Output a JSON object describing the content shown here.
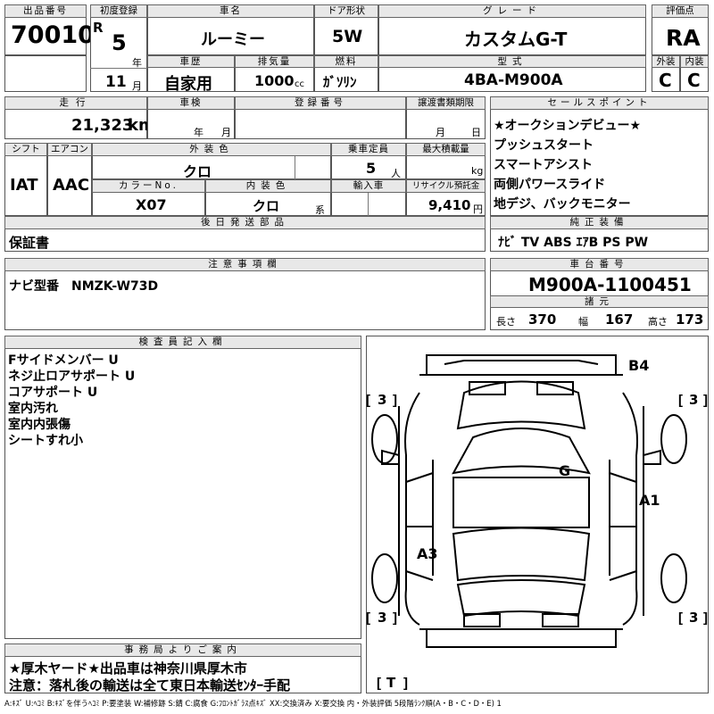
{
  "header": {
    "lot_label": "出品番号",
    "lot": "70010",
    "first_reg_label": "初度登録",
    "era": "R",
    "year": "5",
    "year_unit": "年",
    "month": "11",
    "month_unit": "月",
    "name_label": "車名",
    "name": "ルーミー",
    "door_label": "ドア形状",
    "door": "5W",
    "grade_label": "グレード",
    "grade": "カスタムG-T",
    "score_label": "評価点",
    "score": "RA",
    "history_label": "車歴",
    "history": "自家用",
    "displacement_label": "排気量",
    "displacement": "1000",
    "displacement_unit": "cc",
    "fuel_label": "燃料",
    "fuel": "ｶﾞｿﾘﾝ",
    "model_label": "型式",
    "model": "4BA-M900A",
    "exterior_label": "外装",
    "exterior": "C",
    "interior_label": "内装",
    "interior": "C"
  },
  "row2": {
    "mileage_label": "走行",
    "mileage": "21,323",
    "mileage_unit": "km",
    "inspection_label": "車検",
    "inspection_year_unit": "年",
    "inspection_month_unit": "月",
    "reg_no_label": "登録番号",
    "transfer_label": "譲渡書類期限",
    "transfer_month_unit": "月",
    "transfer_day_unit": "日"
  },
  "row3": {
    "shift_label": "シフト",
    "shift": "IAT",
    "ac_label": "エアコン",
    "ac": "AAC",
    "color_label": "外装色",
    "color": "クロ",
    "capacity_label": "乗車定員",
    "capacity": "5",
    "capacity_unit": "人",
    "max_load_label": "最大積載量",
    "max_load_unit": "kg",
    "color_no_label": "カラーNo.",
    "color_no": "X07",
    "interior_color_label": "内装色",
    "interior_color": "クロ",
    "interior_color_unit": "系",
    "import_label": "輸入車",
    "recycle_label": "リサイクル預託金",
    "recycle": "9,410",
    "recycle_unit": "円"
  },
  "sales_points": {
    "label": "セールスポイント",
    "items": [
      "★オークションデビュー★",
      "プッシュスタート",
      "スマートアシスト",
      "両側パワースライド",
      "地デジ、バックモニター"
    ]
  },
  "later_parts": {
    "label": "後日発送部品",
    "value": "保証書"
  },
  "equipment": {
    "label": "純正装備",
    "value": "ﾅﾋﾞ TV ABS ｴｱB PS PW"
  },
  "notes": {
    "label": "注意事項欄",
    "value": "ナビ型番　NMZK-W73D"
  },
  "chassis": {
    "label": "車台番号",
    "value": "M900A-1100451",
    "spec_label": "諸元",
    "length_label": "長さ",
    "length": "370",
    "width_label": "幅",
    "width": "167",
    "height_label": "高さ",
    "height": "173"
  },
  "inspector": {
    "label": "検査員記入欄",
    "items": [
      "Fサイドメンバー U",
      "ネジ止ロアサポート U",
      "コアサポート U",
      "室内汚れ",
      "室内内張傷",
      "シートすれ小"
    ]
  },
  "diagram": {
    "marks": {
      "b4": "B4",
      "g": "G",
      "a1": "A1",
      "a3": "A3"
    },
    "tires": {
      "fl": "3",
      "fr": "3",
      "rl": "3",
      "rr": "3",
      "spare": "T"
    }
  },
  "office": {
    "label": "事務局よりご案内",
    "line1": "★厚木ヤード★出品車は神奈川県厚木市",
    "line2": "注意：落札後の輸送は全て東日本輸送ｾﾝﾀｰ手配"
  },
  "legend": "A:ｷｽﾞ U:ﾍｺﾐ B:ｷｽﾞを伴うﾍｺﾐ P:要塗装 W:補修跡 S:錆 C:腐食 G:ﾌﾛﾝﾄｶﾞﾗｽ点ｷｽﾞ XX:交換済み X:要交換 内・外装評価 5段階ﾗﾝｸ順(A・B・C・D・E) 1"
}
